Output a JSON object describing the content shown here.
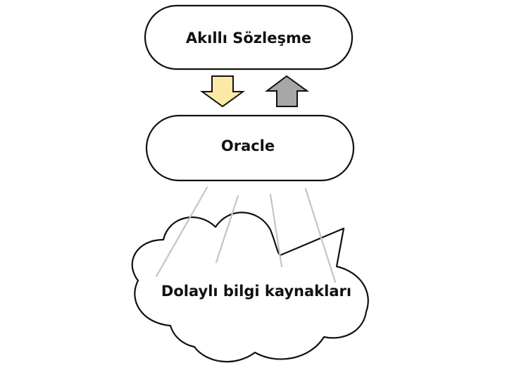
{
  "nodes": {
    "smart_contract": {
      "label": "Akıllı Sözleşme"
    },
    "oracle": {
      "label": "Oracle"
    },
    "sources": {
      "label": "Dolaylı bilgi kaynakları"
    }
  },
  "colors": {
    "down_arrow_fill": "#fde9a6",
    "up_arrow_fill": "#a7a7a7",
    "connector": "#c4c4c4",
    "outline": "#111111"
  },
  "icons": {
    "down_arrow": "down-arrow-icon",
    "up_arrow": "up-arrow-icon",
    "cloud": "cloud-icon"
  }
}
